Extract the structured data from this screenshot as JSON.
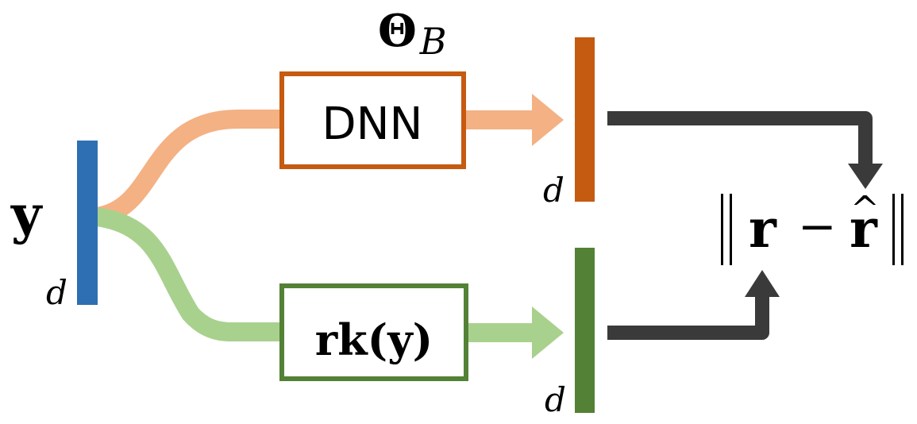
{
  "input": {
    "symbol": "y",
    "dim_label": "d"
  },
  "top_branch": {
    "param_symbol": "Θ",
    "param_subscript": "B",
    "block_label": "DNN",
    "output_dim_label": "d"
  },
  "bottom_branch": {
    "block_func": "rk",
    "block_arg": "y",
    "output_dim_label": "d"
  },
  "loss": {
    "lhs": "r",
    "minus": "−",
    "rhs": "r",
    "hat": "^"
  },
  "colors": {
    "input_bar": "#2e6fb3",
    "top_block": "#c55a11",
    "top_path": "#f4b183",
    "bottom_block": "#538135",
    "bottom_path": "#a9d18e",
    "arrow_dark": "#3a3a3a"
  }
}
